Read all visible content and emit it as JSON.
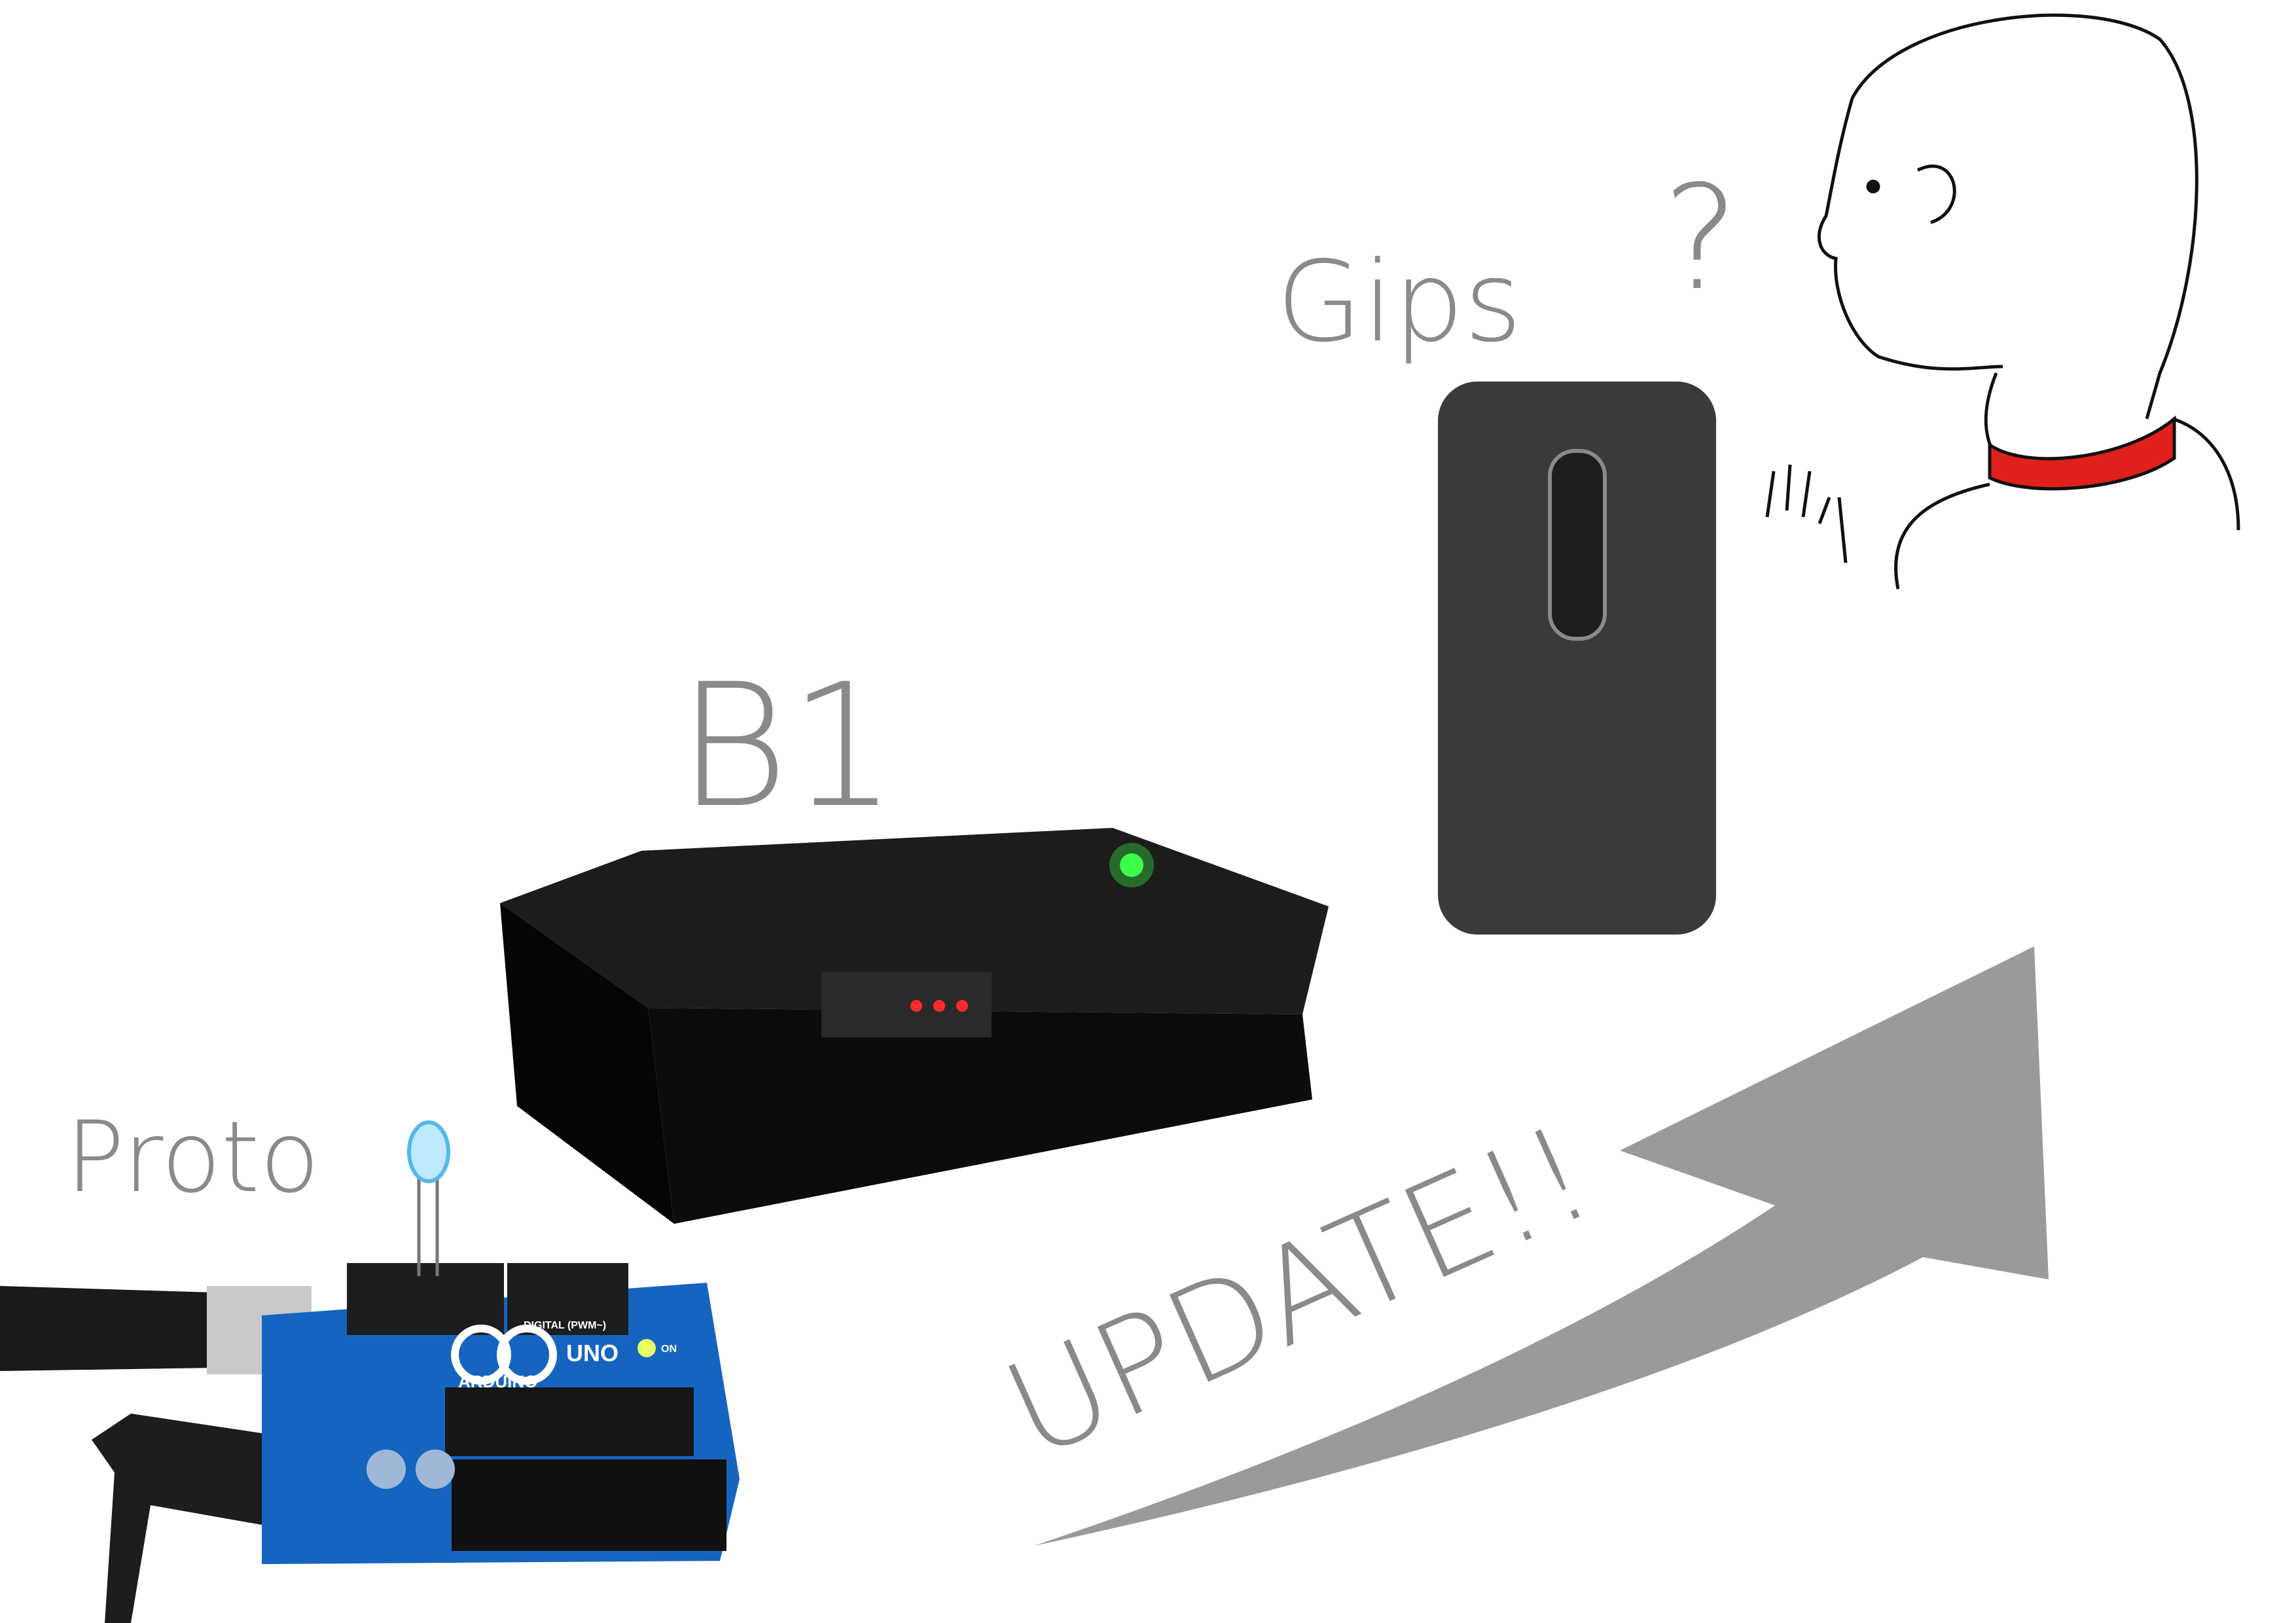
{
  "labels": {
    "proto": "Proto",
    "b1": "B1",
    "gips": "Gips",
    "question": "?",
    "update": "UPDATE!!"
  },
  "board": {
    "brand": "ARDUINO",
    "model": "UNO",
    "header_label": "DIGITAL (PWM~)",
    "power_label": "ON"
  },
  "colors": {
    "sketch_gray": "#8a8a8a",
    "arrow_gray": "#9a9a9a",
    "board_blue": "#1565c0",
    "collar_red": "#e0201b",
    "device_dark": "#3a3a3a",
    "led_green": "#3cff4a"
  }
}
